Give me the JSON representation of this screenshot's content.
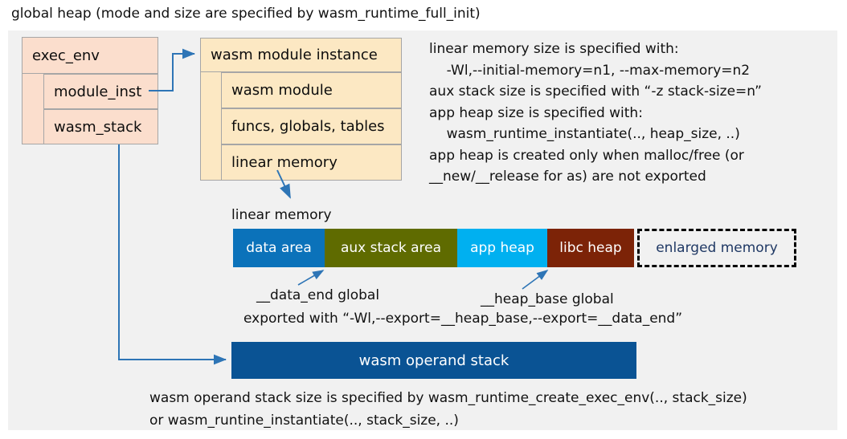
{
  "caption": "global heap (mode and size are specified by wasm_runtime_full_init)",
  "exec_env": {
    "title": "exec_env",
    "fields": [
      {
        "label": "module_inst"
      },
      {
        "label": "wasm_stack"
      }
    ]
  },
  "module_instance": {
    "title": "wasm module instance",
    "fields": [
      {
        "label": "wasm module"
      },
      {
        "label": "funcs, globals, tables"
      },
      {
        "label": "linear memory"
      }
    ]
  },
  "info_text": "linear memory size is specified with:\n    -Wl,--initial-memory=n1, --max-memory=n2\naux stack size is specified with “-z stack-size=n”\napp heap size is specified with:\n    wasm_runtime_instantiate(.., heap_size, ..)\napp heap is created only when malloc/free (or\n__new/__release for as) are not exported",
  "linear_memory": {
    "label": "linear memory",
    "segments": [
      {
        "name": "data area",
        "label": "data area",
        "color": "#0b72ba",
        "width": 114
      },
      {
        "name": "aux stack area",
        "label": "aux stack area",
        "color": "#5f6b00",
        "width": 165
      },
      {
        "name": "app heap",
        "label": "app heap",
        "color": "#00b0f0",
        "width": 112
      },
      {
        "name": "libc heap",
        "label": "libc heap",
        "color": "#7c2307",
        "width": 108
      },
      {
        "name": "enlarged memory",
        "label": "enlarged memory",
        "color": "#f1f1f1",
        "width": 198,
        "dashed": true
      }
    ]
  },
  "annotations": {
    "data_end": "__data_end global",
    "heap_base": "__heap_base global",
    "exported": "exported with “-Wl,--export=__heap_base,--export=__data_end”"
  },
  "operand_stack": {
    "label": "wasm operand stack",
    "color": "#0a5394"
  },
  "bottom_text": "wasm operand stack size is specified by wasm_runtime_create_exec_env(.., stack_size)\nor wasm_runtine_instantiate(.., stack_size, ..)",
  "colors": {
    "panel": "#f1f1f1",
    "peach": "#fbdecd",
    "cream": "#fce8c3",
    "arrow": "#2e75b6",
    "border": "#a6a6a6",
    "enlarged_text": "#1f3864"
  }
}
